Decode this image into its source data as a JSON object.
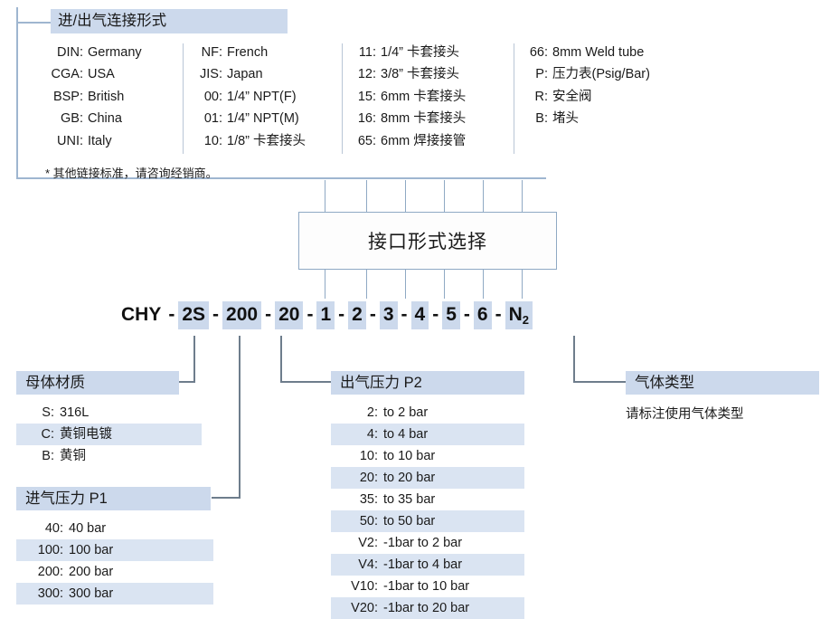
{
  "top_box": {
    "title": "进/出气连接形式",
    "note": "* 其他链接标准，请咨询经销商。",
    "columns": [
      {
        "items": [
          {
            "code": "DIN:",
            "desc": "Germany"
          },
          {
            "code": "CGA:",
            "desc": "USA"
          },
          {
            "code": "BSP:",
            "desc": "British"
          },
          {
            "code": "GB:",
            "desc": "China"
          },
          {
            "code": "UNI:",
            "desc": "Italy"
          }
        ]
      },
      {
        "items": [
          {
            "code": "NF:",
            "desc": "French"
          },
          {
            "code": "JIS:",
            "desc": "Japan"
          },
          {
            "code": "00:",
            "desc": "1/4” NPT(F)"
          },
          {
            "code": "01:",
            "desc": "1/4” NPT(M)"
          },
          {
            "code": "10:",
            "desc": "1/8” 卡套接头"
          }
        ]
      },
      {
        "items": [
          {
            "code": "11:",
            "desc": "1/4” 卡套接头"
          },
          {
            "code": "12:",
            "desc": "3/8” 卡套接头"
          },
          {
            "code": "15:",
            "desc": "6mm 卡套接头"
          },
          {
            "code": "16:",
            "desc": "8mm 卡套接头"
          },
          {
            "code": "65:",
            "desc": "6mm 焊接接管"
          }
        ]
      },
      {
        "items": [
          {
            "code": "66:",
            "desc": "8mm Weld tube"
          },
          {
            "code": "P:",
            "desc": "压力表(Psig/Bar)"
          },
          {
            "code": "R:",
            "desc": "安全阀"
          },
          {
            "code": "B:",
            "desc": "堵头"
          }
        ]
      }
    ]
  },
  "center_box": {
    "label": "接口形式选择"
  },
  "code": {
    "tokens": [
      {
        "text": "CHY",
        "highlight": false
      },
      {
        "text": "2S",
        "highlight": true
      },
      {
        "text": "200",
        "highlight": true
      },
      {
        "text": "20",
        "highlight": true
      },
      {
        "text": "1",
        "highlight": true
      },
      {
        "text": "2",
        "highlight": true
      },
      {
        "text": "3",
        "highlight": true
      },
      {
        "text": "4",
        "highlight": true
      },
      {
        "text": "5",
        "highlight": true
      },
      {
        "text": "6",
        "highlight": true
      },
      {
        "text": "N2",
        "highlight": true,
        "subscript": "2",
        "base": "N"
      }
    ],
    "separator": "-"
  },
  "material": {
    "title": "母体材质",
    "items": [
      {
        "code": "S:",
        "desc": "316L"
      },
      {
        "code": "C:",
        "desc": "黄铜电镀"
      },
      {
        "code": "B:",
        "desc": "黄铜"
      }
    ]
  },
  "inlet_pressure": {
    "title": "进气压力 P1",
    "items": [
      {
        "code": "40:",
        "desc": "40 bar"
      },
      {
        "code": "100:",
        "desc": "100 bar"
      },
      {
        "code": "200:",
        "desc": "200 bar"
      },
      {
        "code": "300:",
        "desc": "300 bar"
      }
    ]
  },
  "outlet_pressure": {
    "title": "出气压力 P2",
    "items": [
      {
        "code": "2:",
        "desc": "to 2 bar"
      },
      {
        "code": "4:",
        "desc": "to 4 bar"
      },
      {
        "code": "10:",
        "desc": "to 10 bar"
      },
      {
        "code": "20:",
        "desc": "to 20 bar"
      },
      {
        "code": "35:",
        "desc": "to 35 bar"
      },
      {
        "code": "50:",
        "desc": "to 50 bar"
      },
      {
        "code": "V2:",
        "desc": "-1bar to 2 bar"
      },
      {
        "code": "V4:",
        "desc": "-1bar to 4 bar"
      },
      {
        "code": "V10:",
        "desc": "-1bar to 10 bar"
      },
      {
        "code": "V20:",
        "desc": "-1bar to 20 bar"
      }
    ]
  },
  "gas_type": {
    "title": "气体类型",
    "note": "请标注使用气体类型"
  },
  "colors": {
    "band": "#ccd9ec",
    "band_soft": "#dae4f2",
    "line": "#8fa9c4",
    "leader": "#6e7d8c",
    "text": "#1a1a1a"
  }
}
